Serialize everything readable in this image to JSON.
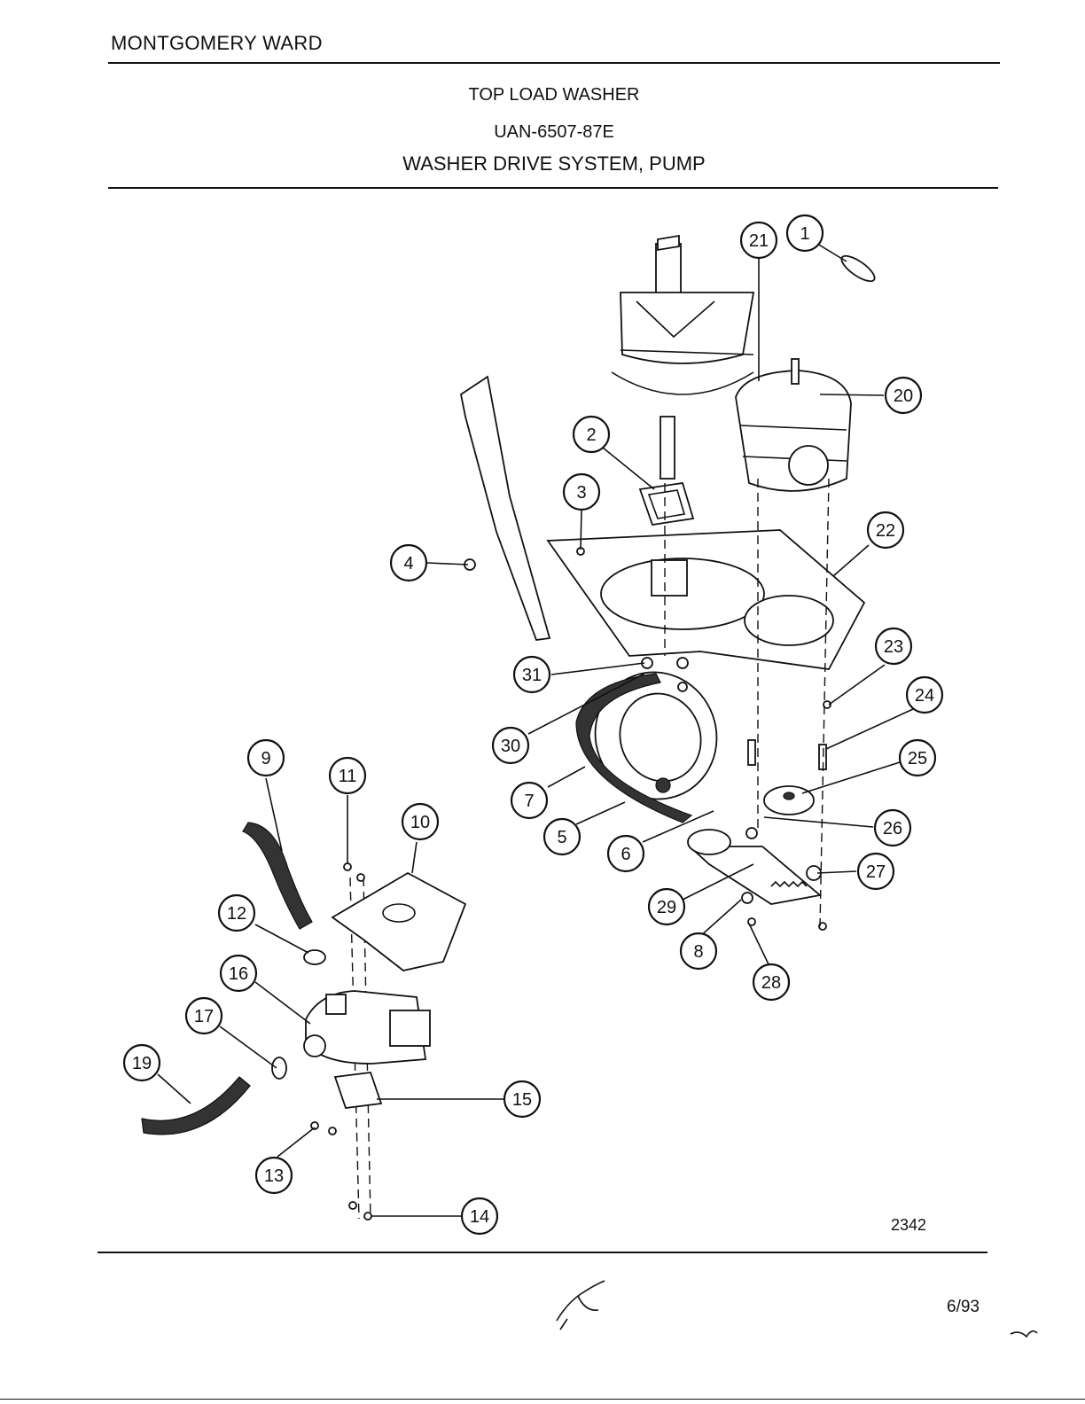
{
  "header": {
    "brand": "MONTGOMERY WARD",
    "title": "TOP LOAD WASHER",
    "model": "UAN-6507-87E",
    "section": "WASHER DRIVE SYSTEM, PUMP"
  },
  "footer": {
    "diagram_number": "2342",
    "date": "6/93"
  },
  "callouts": [
    {
      "n": "1"
    },
    {
      "n": "2"
    },
    {
      "n": "3"
    },
    {
      "n": "4"
    },
    {
      "n": "5"
    },
    {
      "n": "6"
    },
    {
      "n": "7"
    },
    {
      "n": "8"
    },
    {
      "n": "9"
    },
    {
      "n": "10"
    },
    {
      "n": "11"
    },
    {
      "n": "12"
    },
    {
      "n": "13"
    },
    {
      "n": "14"
    },
    {
      "n": "15"
    },
    {
      "n": "16"
    },
    {
      "n": "17"
    },
    {
      "n": "19"
    },
    {
      "n": "20"
    },
    {
      "n": "21"
    },
    {
      "n": "22"
    },
    {
      "n": "23"
    },
    {
      "n": "24"
    },
    {
      "n": "25"
    },
    {
      "n": "26"
    },
    {
      "n": "27"
    },
    {
      "n": "28"
    },
    {
      "n": "29"
    },
    {
      "n": "30"
    },
    {
      "n": "31"
    }
  ]
}
